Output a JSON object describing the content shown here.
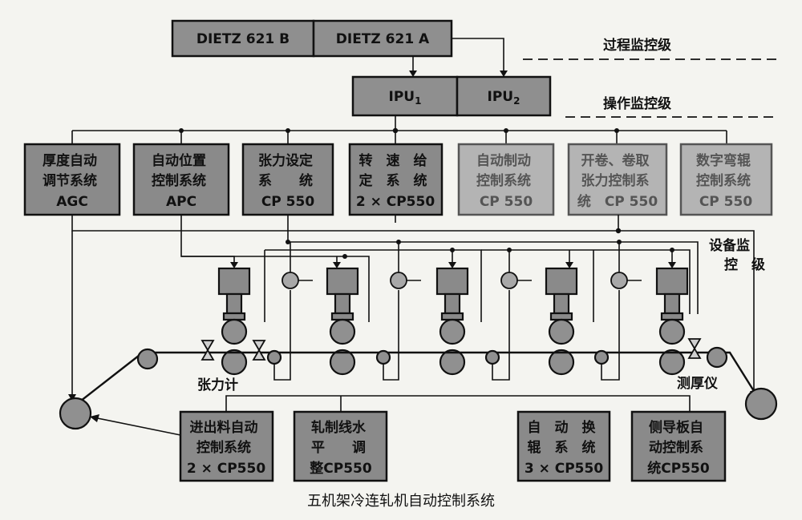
{
  "top_systems": [
    {
      "id": "dietz-b",
      "label": "DIETZ 621   B"
    },
    {
      "id": "dietz-a",
      "label": "DIETZ 621   A"
    }
  ],
  "ipu": [
    {
      "id": "ipu1",
      "label": "IPU",
      "sub": "1"
    },
    {
      "id": "ipu2",
      "label": "IPU",
      "sub": "2"
    }
  ],
  "levels": {
    "process": "过程监控级",
    "operation": "操作监控级",
    "equipment": [
      "设备监",
      "控　级"
    ]
  },
  "control_systems": [
    {
      "id": "agc",
      "lines": [
        "厚度自动",
        "调节系统",
        "AGC"
      ],
      "style": "dark"
    },
    {
      "id": "apc",
      "lines": [
        "自动位置",
        "控制系统",
        "APC"
      ],
      "style": "dark"
    },
    {
      "id": "tension",
      "lines": [
        "张力设定",
        "系　　统",
        "CP 550"
      ],
      "style": "dark"
    },
    {
      "id": "speed",
      "lines": [
        "转　速　给",
        "定　系　统",
        "2 × CP550"
      ],
      "style": "dark"
    },
    {
      "id": "brake",
      "lines": [
        "自动制动",
        "控制系统",
        "CP 550"
      ],
      "style": "light"
    },
    {
      "id": "coil",
      "lines": [
        "开卷、卷取",
        "张力控制系",
        "统　CP 550"
      ],
      "style": "light"
    },
    {
      "id": "bend",
      "lines": [
        "数字弯辊",
        "控制系统",
        "CP 550"
      ],
      "style": "light"
    }
  ],
  "bottom_systems": [
    {
      "id": "entry-exit",
      "lines": [
        "进出料自动",
        "控制系统",
        "2 × CP550"
      ]
    },
    {
      "id": "level",
      "lines": [
        "轧制线水",
        "平　　调",
        "整CP550"
      ]
    },
    {
      "id": "roll-change",
      "lines": [
        "自　动　换",
        "辊　系　统",
        "3 × CP550"
      ]
    },
    {
      "id": "guide",
      "lines": [
        "侧导板自",
        "动控制系",
        "统CP550"
      ]
    }
  ],
  "labels": {
    "tension_meter": "张力计",
    "thickness_gauge": "测厚仪"
  },
  "caption": "五机架冷连轧机自动控制系统",
  "stand_count": 5
}
